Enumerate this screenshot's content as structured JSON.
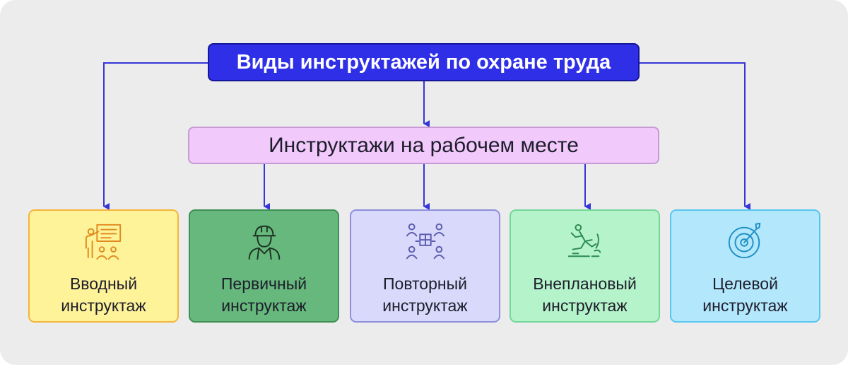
{
  "diagram": {
    "title": "Виды инструктажей по охране труда",
    "workplace_group": "Инструктажи на рабочем месте",
    "cards": [
      {
        "label": "Вводный инструктаж",
        "icon": "presentation-icon"
      },
      {
        "label": "Первичный инструктаж",
        "icon": "worker-helmet-icon"
      },
      {
        "label": "Повторный инструктаж",
        "icon": "team-puzzle-icon"
      },
      {
        "label": "Внеплановый инструктаж",
        "icon": "slip-fall-icon"
      },
      {
        "label": "Целевой инструктаж",
        "icon": "target-icon"
      }
    ]
  },
  "colors": {
    "connector": "#3535d8",
    "root_fill": "#2f2fe8",
    "workplace_fill": "#f1c9fb",
    "card_fills": [
      "#fff39a",
      "#66b87c",
      "#d9d9fb",
      "#b5f3ca",
      "#b3e7fb"
    ]
  }
}
